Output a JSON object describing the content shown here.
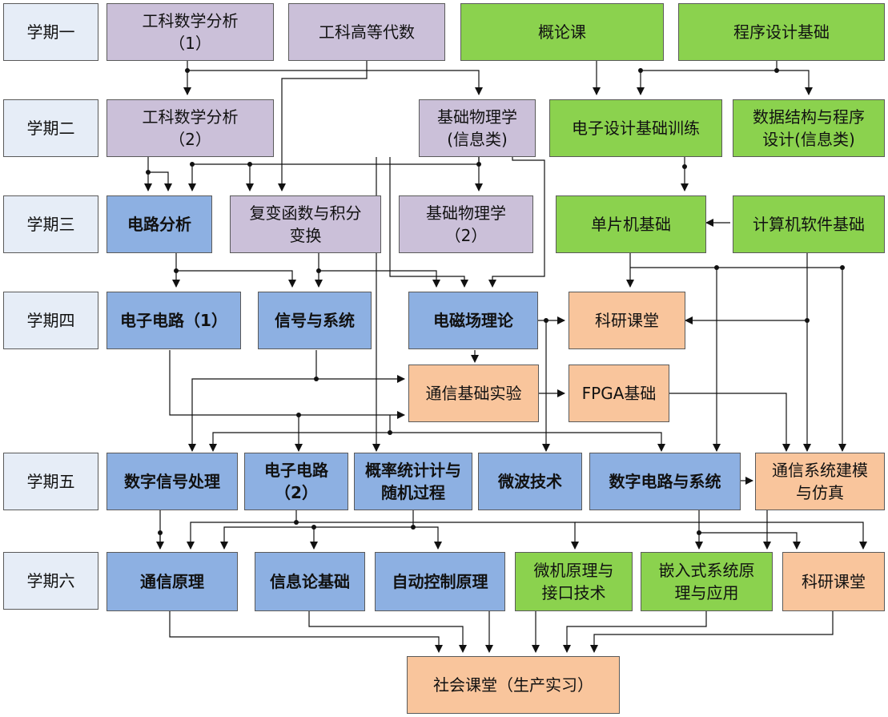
{
  "semesters": {
    "s1": "学期一",
    "s2": "学期二",
    "s3": "学期三",
    "s4": "学期四",
    "s5": "学期五",
    "s6": "学期六"
  },
  "courses": {
    "math_analysis_1": "工科数学分析\n（1）",
    "adv_algebra": "工科高等代数",
    "intro_course": "概论课",
    "prog_design_basics": "程序设计基础",
    "math_analysis_2": "工科数学分析\n（2）",
    "physics_info": "基础物理学\n(信息类)",
    "elec_design_training": "电子设计基础训练",
    "data_structures": "数据结构与程序\n设计(信息类)",
    "circuit_analysis": "电路分析",
    "complex_functions": "复变函数与积分\n变换",
    "physics_2": "基础物理学\n（2）",
    "mcu_basics": "单片机基础",
    "software_basics": "计算机软件基础",
    "electronic_circuit_1": "电子电路（1）",
    "signals_systems": "信号与系统",
    "em_field_theory": "电磁场理论",
    "research_class_4": "科研课堂",
    "comm_basic_lab": "通信基础实验",
    "fpga_basics": "FPGA基础",
    "dsp": "数字信号处理",
    "electronic_circuit_2": "电子电路\n（2）",
    "probability": "概率统计计与\n随机过程",
    "microwave": "微波技术",
    "digital_circuits": "数字电路与系统",
    "comm_modeling": "通信系统建模\n与仿真",
    "comm_principles": "通信原理",
    "info_theory": "信息论基础",
    "auto_control": "自动控制原理",
    "microcomputer": "微机原理与\n接口技术",
    "embedded": "嵌入式系统原\n理与应用",
    "research_class_6": "科研课堂",
    "social_class": "社会课堂（生产实习）"
  },
  "colors": {
    "semester": "#e6edf7",
    "math": "#cbc0d9",
    "engineering": "#8bd24e",
    "core": "#8db0e2",
    "practice": "#f9c59c",
    "line": "#111111"
  }
}
